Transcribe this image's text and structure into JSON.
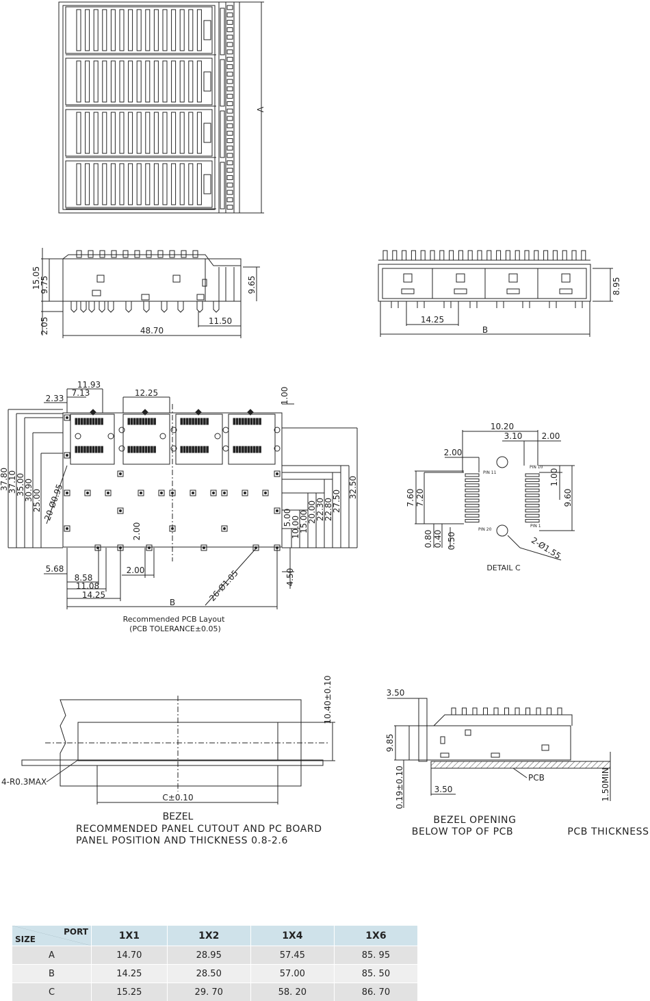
{
  "views": {
    "top": {
      "dim_a": "A"
    },
    "side": {
      "d1505": "15.05",
      "d975": "9.75",
      "d205": "2.05",
      "d965": "9.65",
      "d1150": "11.50",
      "d4870": "48.70"
    },
    "front": {
      "d895": "8.95",
      "d1425": "14.25",
      "dim_b": "B"
    }
  },
  "pcb_layout": {
    "top_dims": [
      "11.93",
      "7.13",
      "2.33",
      "12.25",
      "1.00"
    ],
    "left_dims": [
      "37.80",
      "37.10",
      "35.00",
      "30.90",
      "25.00",
      "20-Ø0.95"
    ],
    "right_dims": [
      "5.00",
      "10.00",
      "15.00",
      "20.00",
      "22.30",
      "22.80",
      "27.50",
      "32.50"
    ],
    "mid_dims": [
      "2.00",
      "2.00"
    ],
    "bottom_dims": [
      "5.68",
      "8.58",
      "11.08",
      "14.25",
      "B",
      "26-Ø1.05",
      "4.50"
    ],
    "caption_line1": "Recommended PCB Layout",
    "caption_line2": "(PCB TOLERANCE±0.05)"
  },
  "detail_c": {
    "dims": [
      "10.20",
      "3.10",
      "2.00",
      "2.00",
      "1.00",
      "9.60",
      "7.60",
      "7.20",
      "0.80",
      "0.40",
      "0.50",
      "2-Ø1.55"
    ],
    "pins": [
      "PIN 11",
      "PIN 10",
      "PIN 1",
      "PIN 20"
    ],
    "title": "DETAIL C"
  },
  "bezel": {
    "d1040": "10.40±0.10",
    "radius": "4-R0.3MAX",
    "c_dim": "C±0.10",
    "line1": "BEZEL",
    "line2": "RECOMMENDED PANEL CUTOUT AND PC BOARD",
    "line3": "PANEL POSITION AND THICKNESS 0.8-2.6"
  },
  "bezel_opening": {
    "d350a": "3.50",
    "d985": "9.85",
    "d019": "0.19±0.10",
    "d350b": "3.50",
    "pcb": "PCB",
    "d150": "1.50MIN",
    "line1": "BEZEL OPENING",
    "line2": "BELOW TOP OF PCB",
    "thickness": "PCB THICKNESS"
  },
  "table": {
    "corner_port": "PORT",
    "corner_size": "SIZE",
    "headers": [
      "1X1",
      "1X2",
      "1X4",
      "1X6"
    ],
    "rows": [
      {
        "label": "A",
        "values": [
          "14.70",
          "28.95",
          "57.45",
          "85. 95"
        ]
      },
      {
        "label": "B",
        "values": [
          "14.25",
          "28.50",
          "57.00",
          "85. 50"
        ]
      },
      {
        "label": "C",
        "values": [
          "15.25",
          "29. 70",
          "58. 20",
          "86. 70"
        ]
      }
    ]
  }
}
